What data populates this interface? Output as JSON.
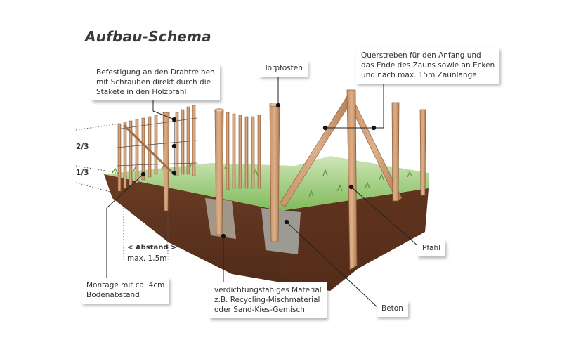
{
  "title": "Aufbau-Schema",
  "callouts": {
    "befestigung": [
      "Befestigung an den Drahtreihen",
      "mit Schrauben direkt durch die",
      "Stakete in den Holzpfahl"
    ],
    "torpfosten": "Torpfosten",
    "querstreben": [
      "Querstreben für den Anfang und",
      "das Ende des Zauns sowie an Ecken",
      "und nach max. 15m Zaunlänge"
    ],
    "pfahl": "Pfahl",
    "beton": "Beton",
    "montage": [
      "Montage mit ca. 4cm",
      "Bodenabstand"
    ],
    "material": [
      "verdichtungsfähiges Material",
      "z.B. Recycling-Mischmaterial",
      "oder Sand-Kies-Gemisch"
    ]
  },
  "ratios": {
    "upper": "2/3",
    "lower": "1/3"
  },
  "spacing": {
    "label": "< Abstand >",
    "value": "max. 1,5m"
  }
}
